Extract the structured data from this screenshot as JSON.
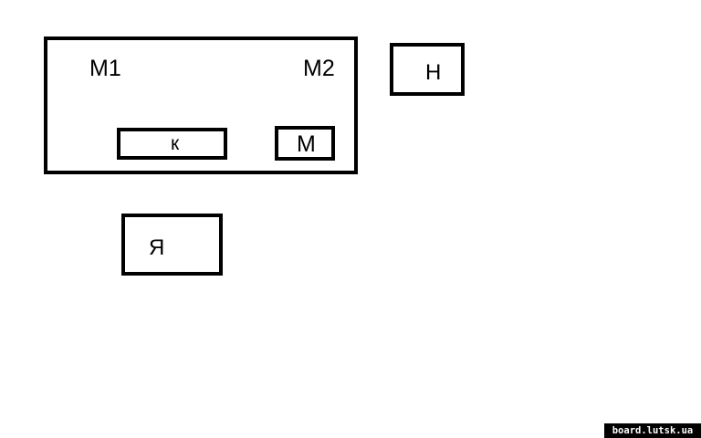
{
  "room": {
    "label_left": "M1",
    "label_right": "M2"
  },
  "inner_boxes": {
    "k_label": "к",
    "m_label": "М"
  },
  "outer_boxes": {
    "h_label": "Н",
    "ya_label": "Я"
  },
  "watermark": {
    "text": "board.lutsk.ua"
  },
  "colors": {
    "stroke": "#000000",
    "background": "#ffffff"
  }
}
